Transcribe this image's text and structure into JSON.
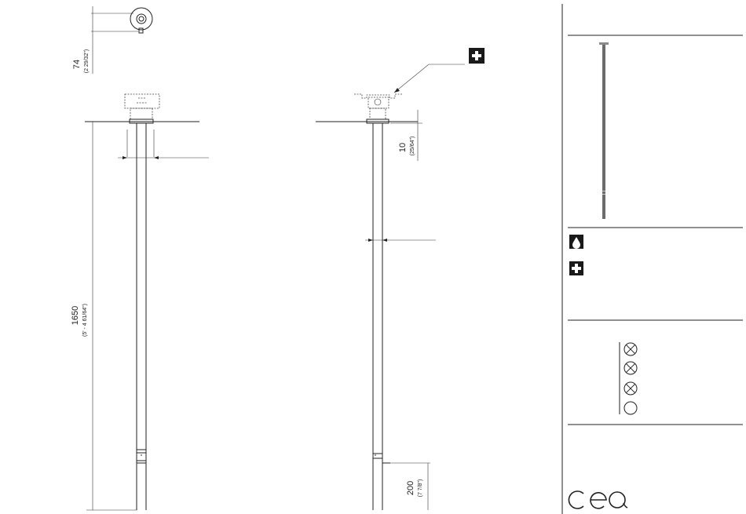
{
  "dimensions": {
    "top_width": {
      "value": "74",
      "imperial": "(2 29/32\")"
    },
    "total_length": {
      "value": "1650",
      "imperial": "(5' - 4 61/64\")"
    },
    "flange_height": {
      "value": "10",
      "imperial": "(25/64\")"
    },
    "bottom_length": {
      "value": "200",
      "imperial": "(7 7/8\")"
    }
  },
  "legend": {
    "icons": [
      "water-drop-icon",
      "plus-icon"
    ],
    "symbols": [
      "crossed-circle",
      "crossed-circle",
      "crossed-circle",
      "empty-circle"
    ]
  },
  "brand": {
    "logo_text": "cea"
  },
  "colors": {
    "line": "#222222",
    "accent": "#1a1a1a",
    "thumbnail_bar": "#6b6b6b"
  }
}
